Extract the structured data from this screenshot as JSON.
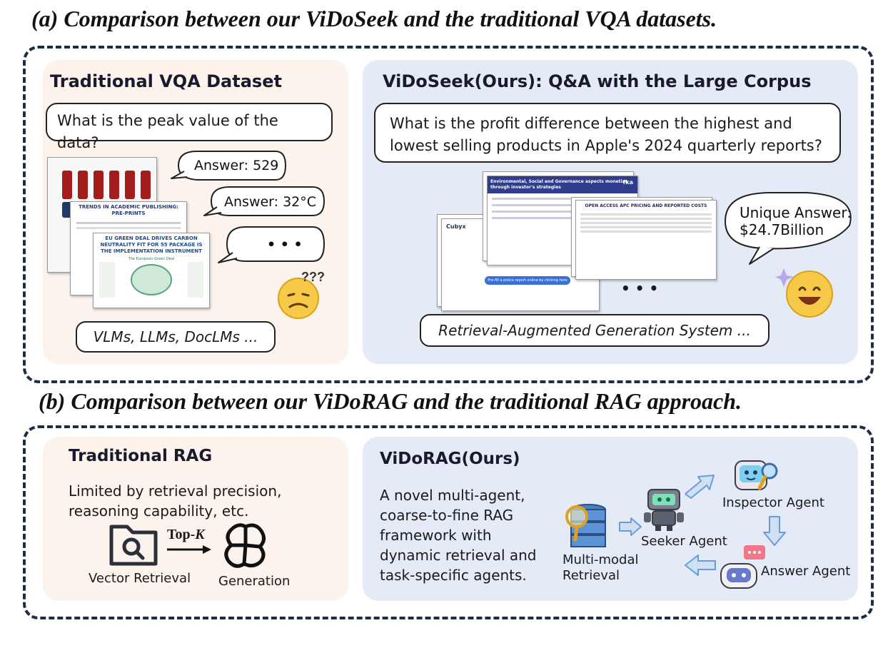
{
  "section_a": {
    "title": "(a) Comparison between our ViDoSeek and the traditional VQA datasets.",
    "left": {
      "title": "Traditional VQA Dataset",
      "question": "What is the peak value of the data?",
      "answers": [
        "Answer: 529",
        "Answer: 32°C",
        "• • •"
      ],
      "doc_titles": [
        "TRENDS IN ACADEMIC PUBLISHING: PRE-PRINTS",
        "EU GREEN DEAL DRIVES CARBON NEUTRALITY FIT FOR 55 PACKAGE IS THE IMPLEMENTATION INSTRUMENT",
        "The European Green Deal"
      ],
      "models_label": "VLMs, LLMs, DocLMs ..."
    },
    "right": {
      "title": "ViDoSeek(Ours): Q&A with the Large Corpus",
      "question": "What is the profit difference between the highest and lowest selling products in Apple's 2024 quarterly reports?",
      "doc_titles": [
        "Environmental, Social and Governance aspects monetize through investor's strategies",
        "OPEN ACCESS APC PRICING AND REPORTED COSTS"
      ],
      "doc_badge": "fka",
      "doc_logo": "Cubyx",
      "doc_button": "Pre-fill a police report online by clicking here",
      "ellipsis": "• • •",
      "answer_line1": "Unique Answer:",
      "answer_line2": "$24.7Billion",
      "system_label": "Retrieval-Augmented Generation System ..."
    }
  },
  "section_b": {
    "title": "(b) Comparison between our ViDoRAG and the traditional RAG approach.",
    "left": {
      "title": "Traditional RAG",
      "desc_line1": "Limited by retrieval precision,",
      "desc_line2": "reasoning capability, etc.",
      "topk_prefix": "Top-",
      "topk_k": "K",
      "retrieval_label": "Vector Retrieval",
      "generation_label": "Generation"
    },
    "right": {
      "title": "ViDoRAG(Ours)",
      "desc": [
        "A novel multi-agent,",
        "coarse-to-fine RAG",
        "framework with",
        "dynamic retrieval and",
        "task-specific agents."
      ],
      "retrieval_label_1": "Multi-modal",
      "retrieval_label_2": "Retrieval",
      "seeker": "Seeker Agent",
      "inspector": "Inspector Agent",
      "answer": "Answer Agent"
    }
  },
  "colors": {
    "warm_panel": "#fbf3ec",
    "cool_panel": "#e4ebf6",
    "dashed_border": "#1f2d44",
    "arrow_blue": "#8fb8e6",
    "emoji_yellow": "#f7c948"
  }
}
